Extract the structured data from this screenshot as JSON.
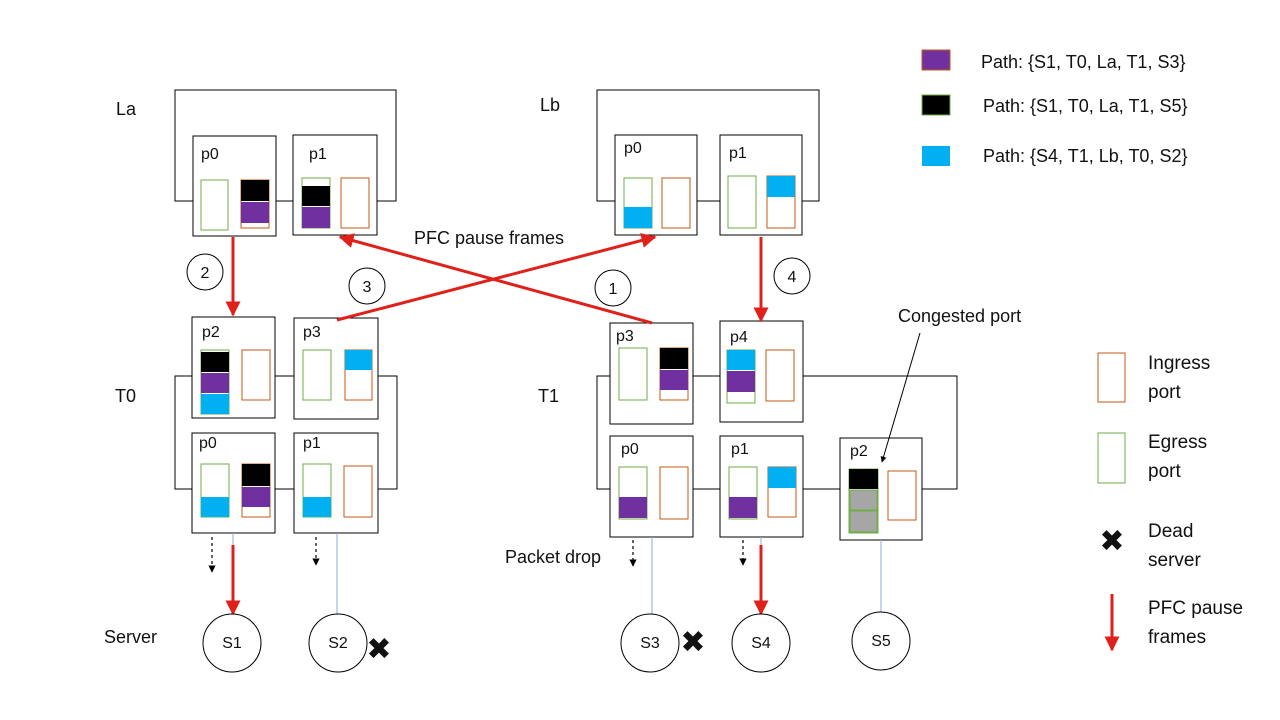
{
  "colors": {
    "path_purple": "#7030A0",
    "path_black": "#000000",
    "path_cyan": "#00B0F0",
    "congested_gray": "#A6A6A6",
    "ingress_border": "#C55A11",
    "egress_border": "#70AD47",
    "pfc_arrow": "#E0201B",
    "link_line": "#8EAADB"
  },
  "switches": {
    "la": "La",
    "lb": "Lb",
    "t0": "T0",
    "t1": "T1"
  },
  "ports": {
    "p0": "p0",
    "p1": "p1",
    "p2": "p2",
    "p3": "p3",
    "p4": "p4"
  },
  "servers": {
    "label": "Server",
    "s1": "S1",
    "s2": "S2",
    "s3": "S3",
    "s4": "S4",
    "s5": "S5"
  },
  "steps": [
    "1",
    "2",
    "3",
    "4"
  ],
  "annotations": {
    "pfc_pause_frames": "PFC pause frames",
    "congested_port": "Congested port",
    "packet_drop": "Packet drop"
  },
  "path_legend": [
    {
      "color": "purple",
      "label": "Path: {S1, T0, La, T1, S3}"
    },
    {
      "color": "black",
      "label": "Path: {S1, T0, La, T1, S5}"
    },
    {
      "color": "cyan",
      "label": "Path: {S4, T1, Lb, T0, S2}"
    }
  ],
  "legend": {
    "ingress_l1": "Ingress",
    "ingress_l2": "port",
    "egress_l1": "Egress",
    "egress_l2": "port",
    "dead_l1": "Dead",
    "dead_l2": "server",
    "pfc_l1": "PFC pause",
    "pfc_l2": "frames"
  },
  "dead_marker": "✖"
}
